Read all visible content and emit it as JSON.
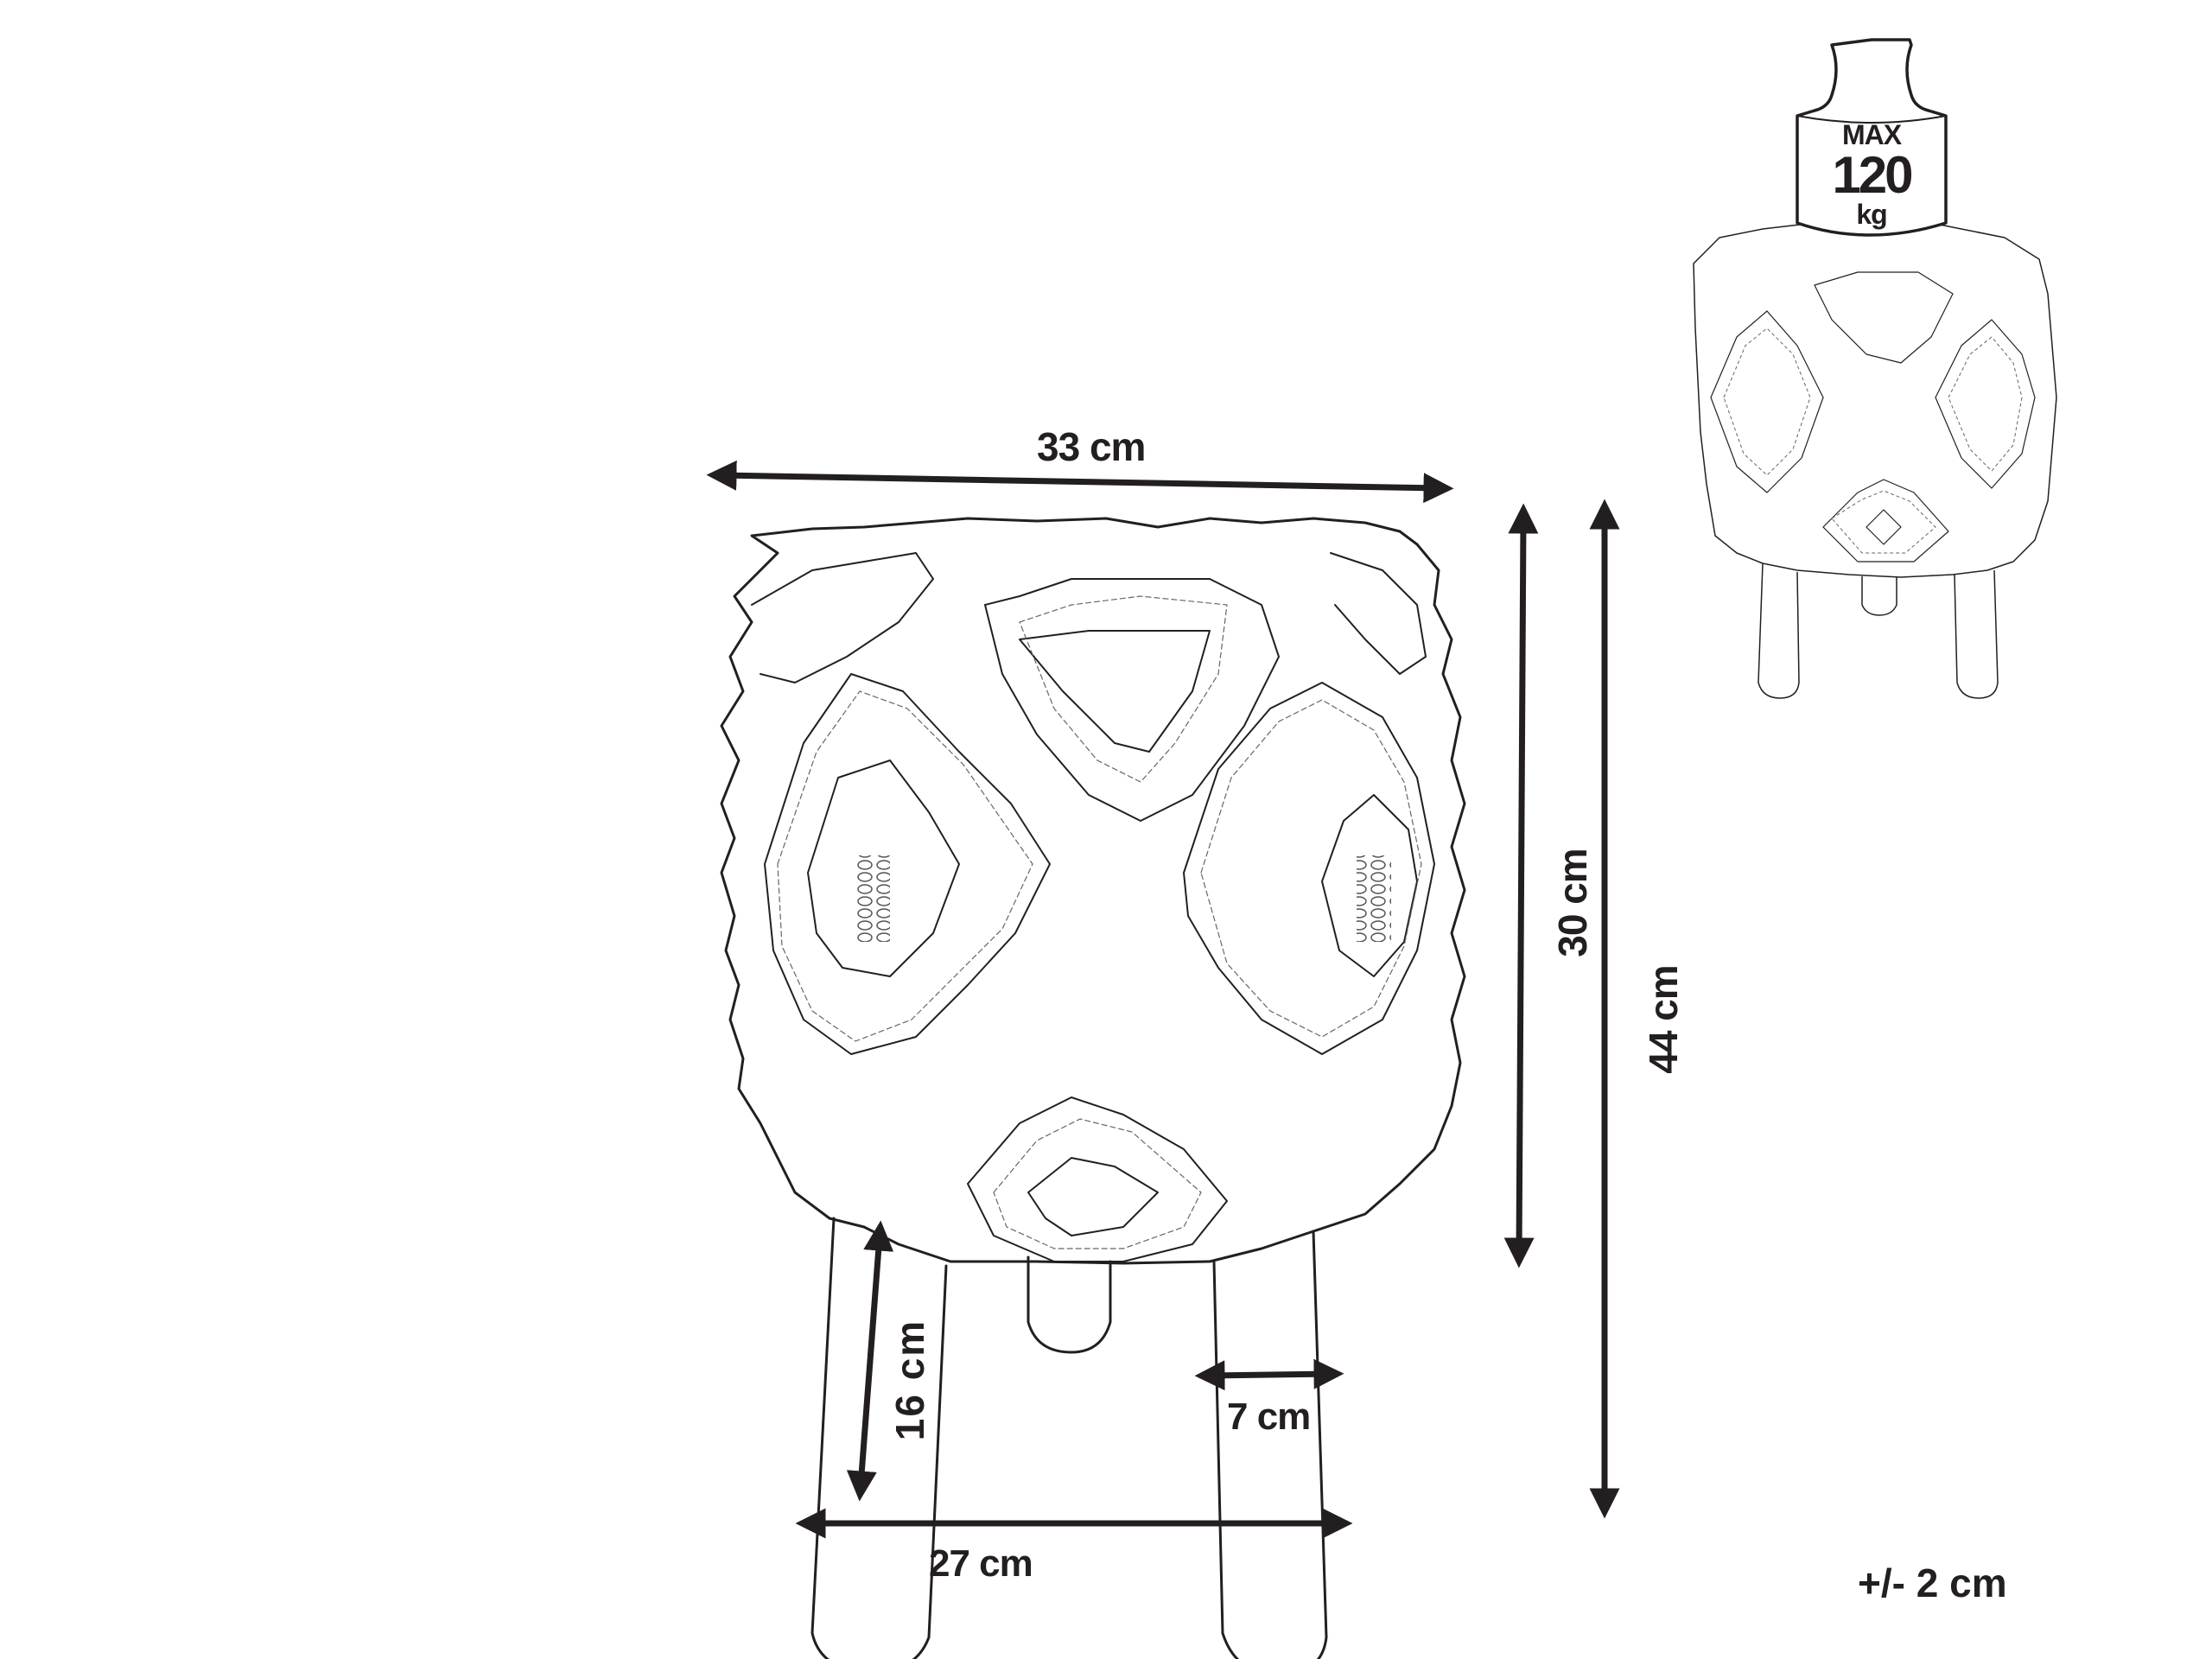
{
  "diagram": {
    "type": "product-dimension-drawing",
    "subject": "round shaggy pouf stool on four wooden legs",
    "colors": {
      "line": "#231f20",
      "background": "#ffffff"
    }
  },
  "dimensions": {
    "seat_width": "33 cm",
    "seat_height": "30 cm",
    "total_height": "44 cm",
    "leg_height": "16 cm",
    "leg_width": "7 cm",
    "leg_span": "27 cm",
    "tolerance": "+/- 2 cm"
  },
  "load_badge": {
    "line1": "MAX",
    "line2": "120",
    "line3": "kg"
  }
}
